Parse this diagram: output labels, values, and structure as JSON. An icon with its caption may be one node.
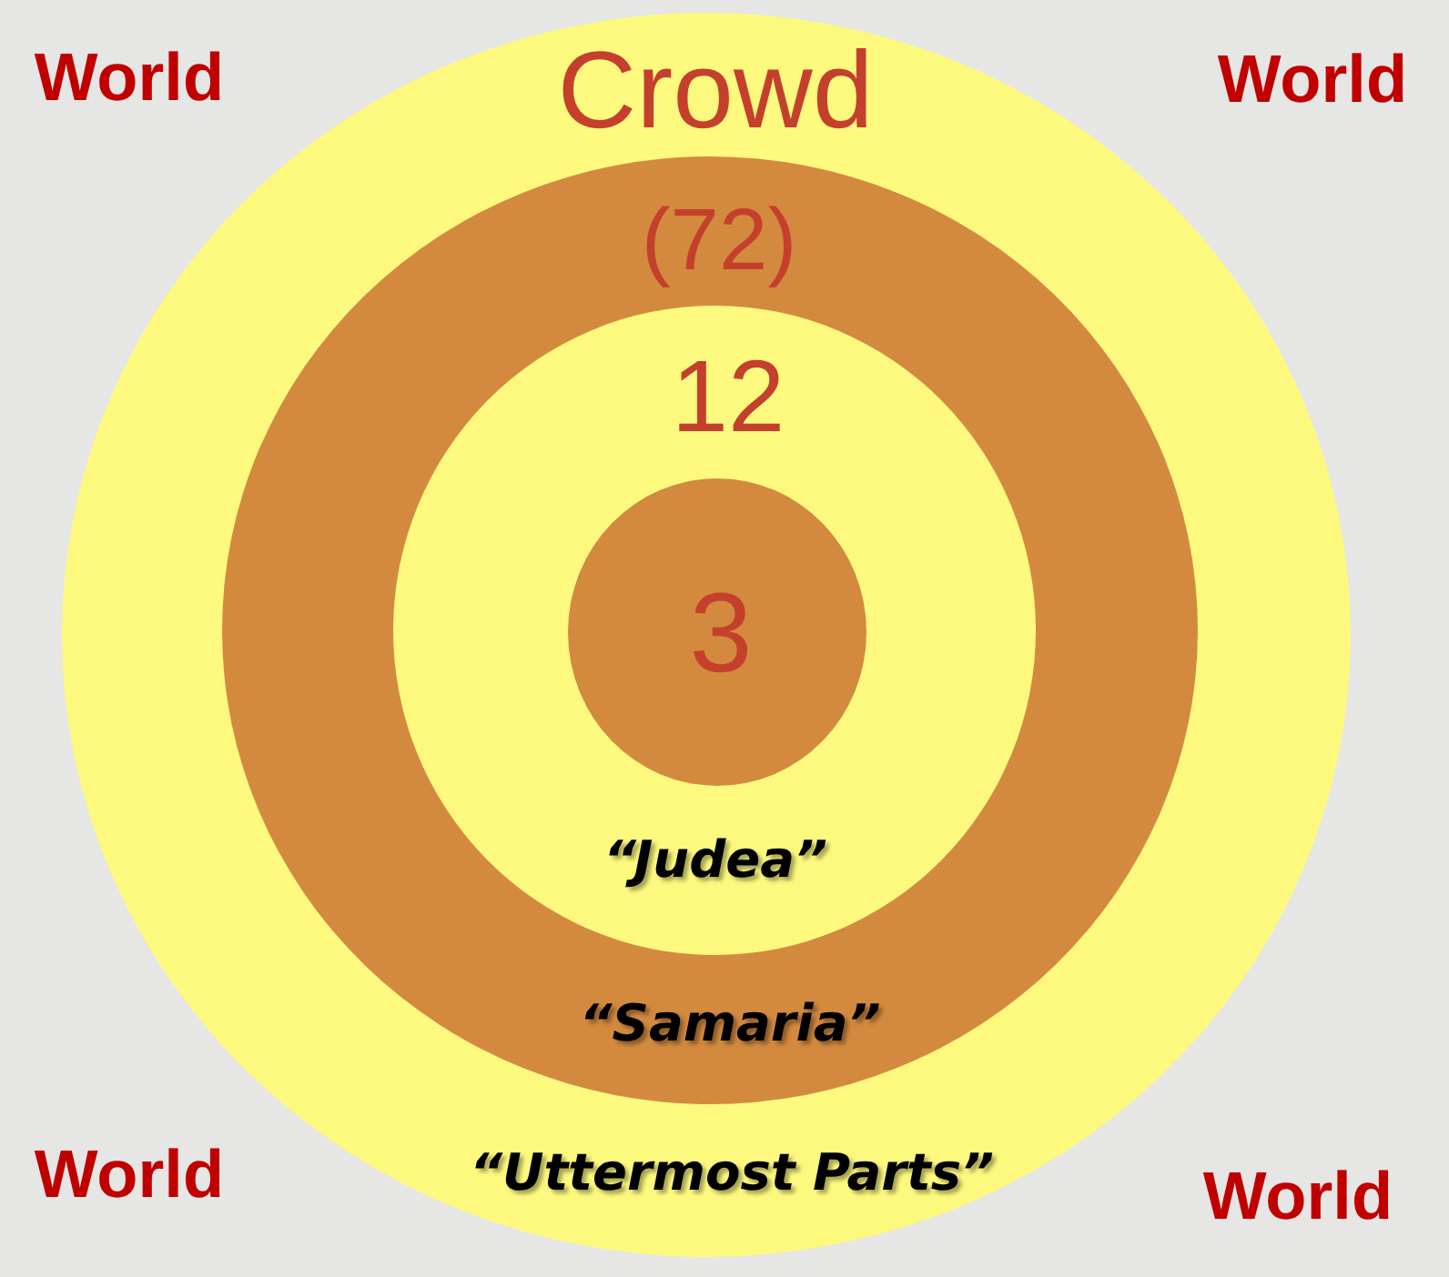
{
  "diagram": {
    "nodes": [
      {
        "text": [
          "Crowd",
          "“Uttermost Parts”"
        ]
      },
      {
        "text": [
          "(72)",
          "“Samaria”"
        ],
        "in": 0
      },
      {
        "text": [
          "12",
          "“Judea”"
        ],
        "in": 1
      },
      {
        "text": [
          "3"
        ],
        "in": 2
      }
    ],
    "labels": [
      "World",
      "World",
      "World",
      "World"
    ]
  }
}
